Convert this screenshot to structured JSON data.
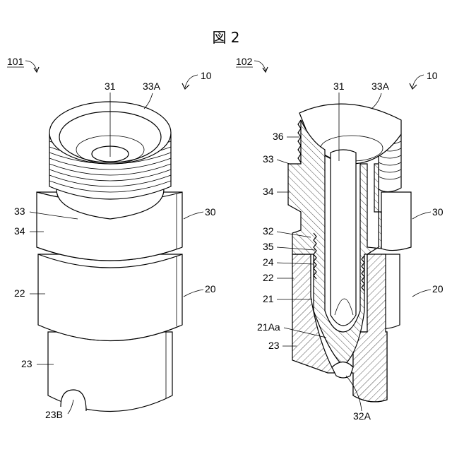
{
  "figure": {
    "title": "図 2",
    "left_view": {
      "id": "101",
      "labels": {
        "assembly": "10",
        "bore": "31",
        "top_edge": "33A",
        "flange": "33",
        "upper_sleeve": "34",
        "upper_part": "30",
        "middle_body": "22",
        "lower_part": "20",
        "lower_tube": "23",
        "notch": "23B"
      }
    },
    "right_view": {
      "id": "102",
      "labels": {
        "assembly": "10",
        "bore": "31",
        "top_edge": "33A",
        "thread": "36",
        "flange": "33",
        "upper_sleeve": "34",
        "upper_part": "30",
        "inner_tube": "32",
        "inner_thread": "35",
        "body_thread": "24",
        "middle_body": "22",
        "inner_wall": "21",
        "lower_part": "20",
        "seat": "21Aa",
        "lower_tube": "23",
        "tip": "32A"
      }
    }
  }
}
